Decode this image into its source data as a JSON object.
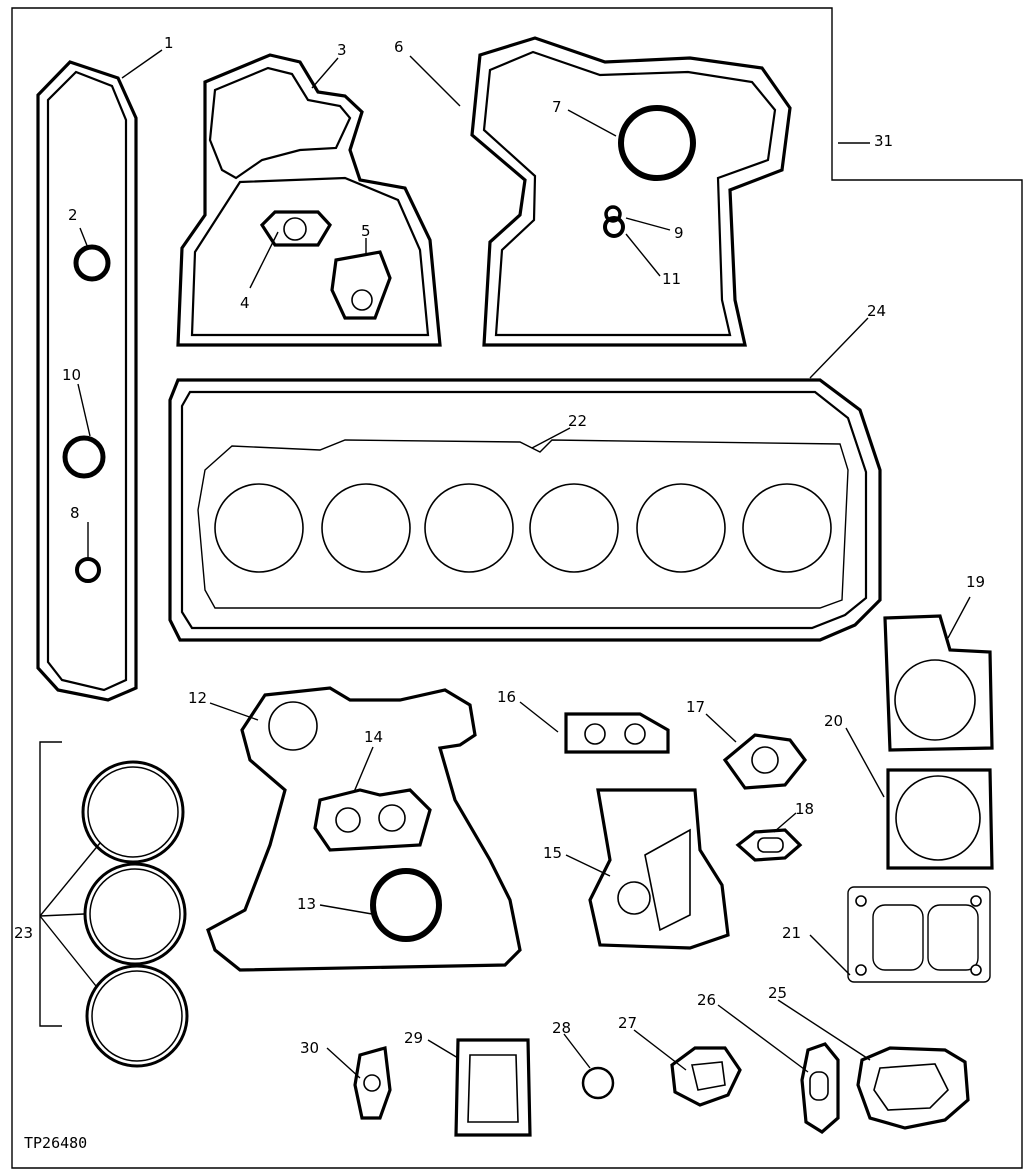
{
  "figure_id": "TP26480",
  "callouts": [
    "1",
    "2",
    "3",
    "4",
    "5",
    "6",
    "7",
    "8",
    "9",
    "10",
    "11",
    "12",
    "13",
    "14",
    "15",
    "16",
    "17",
    "18",
    "19",
    "20",
    "21",
    "22",
    "23",
    "24",
    "25",
    "26",
    "27",
    "28",
    "29",
    "30",
    "31"
  ],
  "colors": {
    "ink": "#000000",
    "paper": "#ffffff"
  }
}
